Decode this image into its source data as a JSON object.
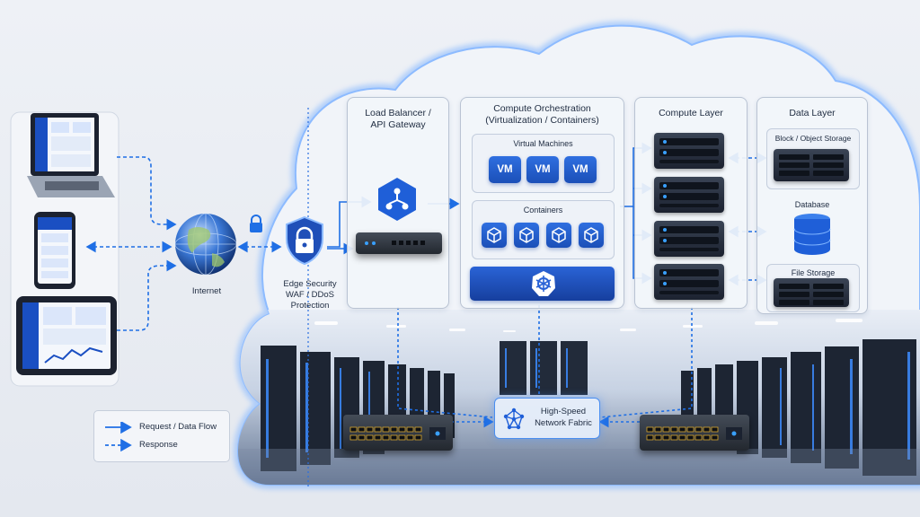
{
  "nodes": {
    "internet": "Internet",
    "edge_security": [
      "Edge Security",
      "WAF / DDoS Protection"
    ],
    "load_balancer": [
      "Load Balancer /",
      "API Gateway"
    ],
    "compute_orchestration": [
      "Compute Orchestration",
      "(Virtualization / Containers)"
    ],
    "virtual_machines": "Virtual Machines",
    "vm_labels": [
      "VM",
      "VM",
      "VM"
    ],
    "containers": "Containers",
    "compute_layer": "Compute Layer",
    "data_layer": "Data Layer",
    "block_storage": "Block / Object Storage",
    "database": "Database",
    "file_storage": "File Storage",
    "network_fabric": [
      "High-Speed",
      "Network Fabric"
    ]
  },
  "legend": {
    "solid": "Request / Data Flow",
    "dashed": "Response"
  },
  "colors": {
    "accent": "#1f6fe5",
    "glow": "#7fb4ff",
    "dark": "#1b2230"
  }
}
